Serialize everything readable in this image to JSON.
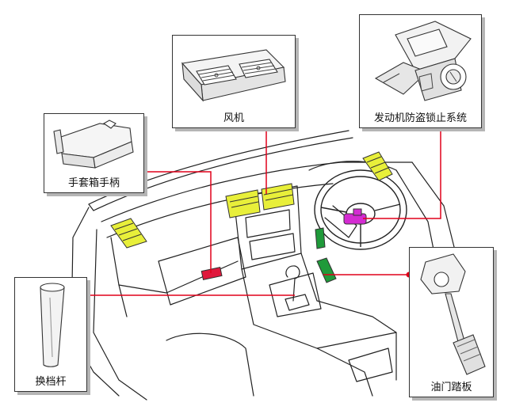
{
  "callouts": {
    "fan": {
      "label": "风机"
    },
    "immobiliser": {
      "label": "发动机防盗锁止系统"
    },
    "glovebox_handle": {
      "label": "手套箱手柄"
    },
    "shift_lever": {
      "label": "换档杆"
    },
    "accelerator_pedal": {
      "label": "油门踏板"
    }
  },
  "colors": {
    "leader_line": "#e0001a",
    "vent_highlight": "#e8ef3a",
    "glovebox_handle_highlight": "#e0183c",
    "immobiliser_highlight": "#d42bd2",
    "pedal_highlight": "#1f9a3a"
  }
}
